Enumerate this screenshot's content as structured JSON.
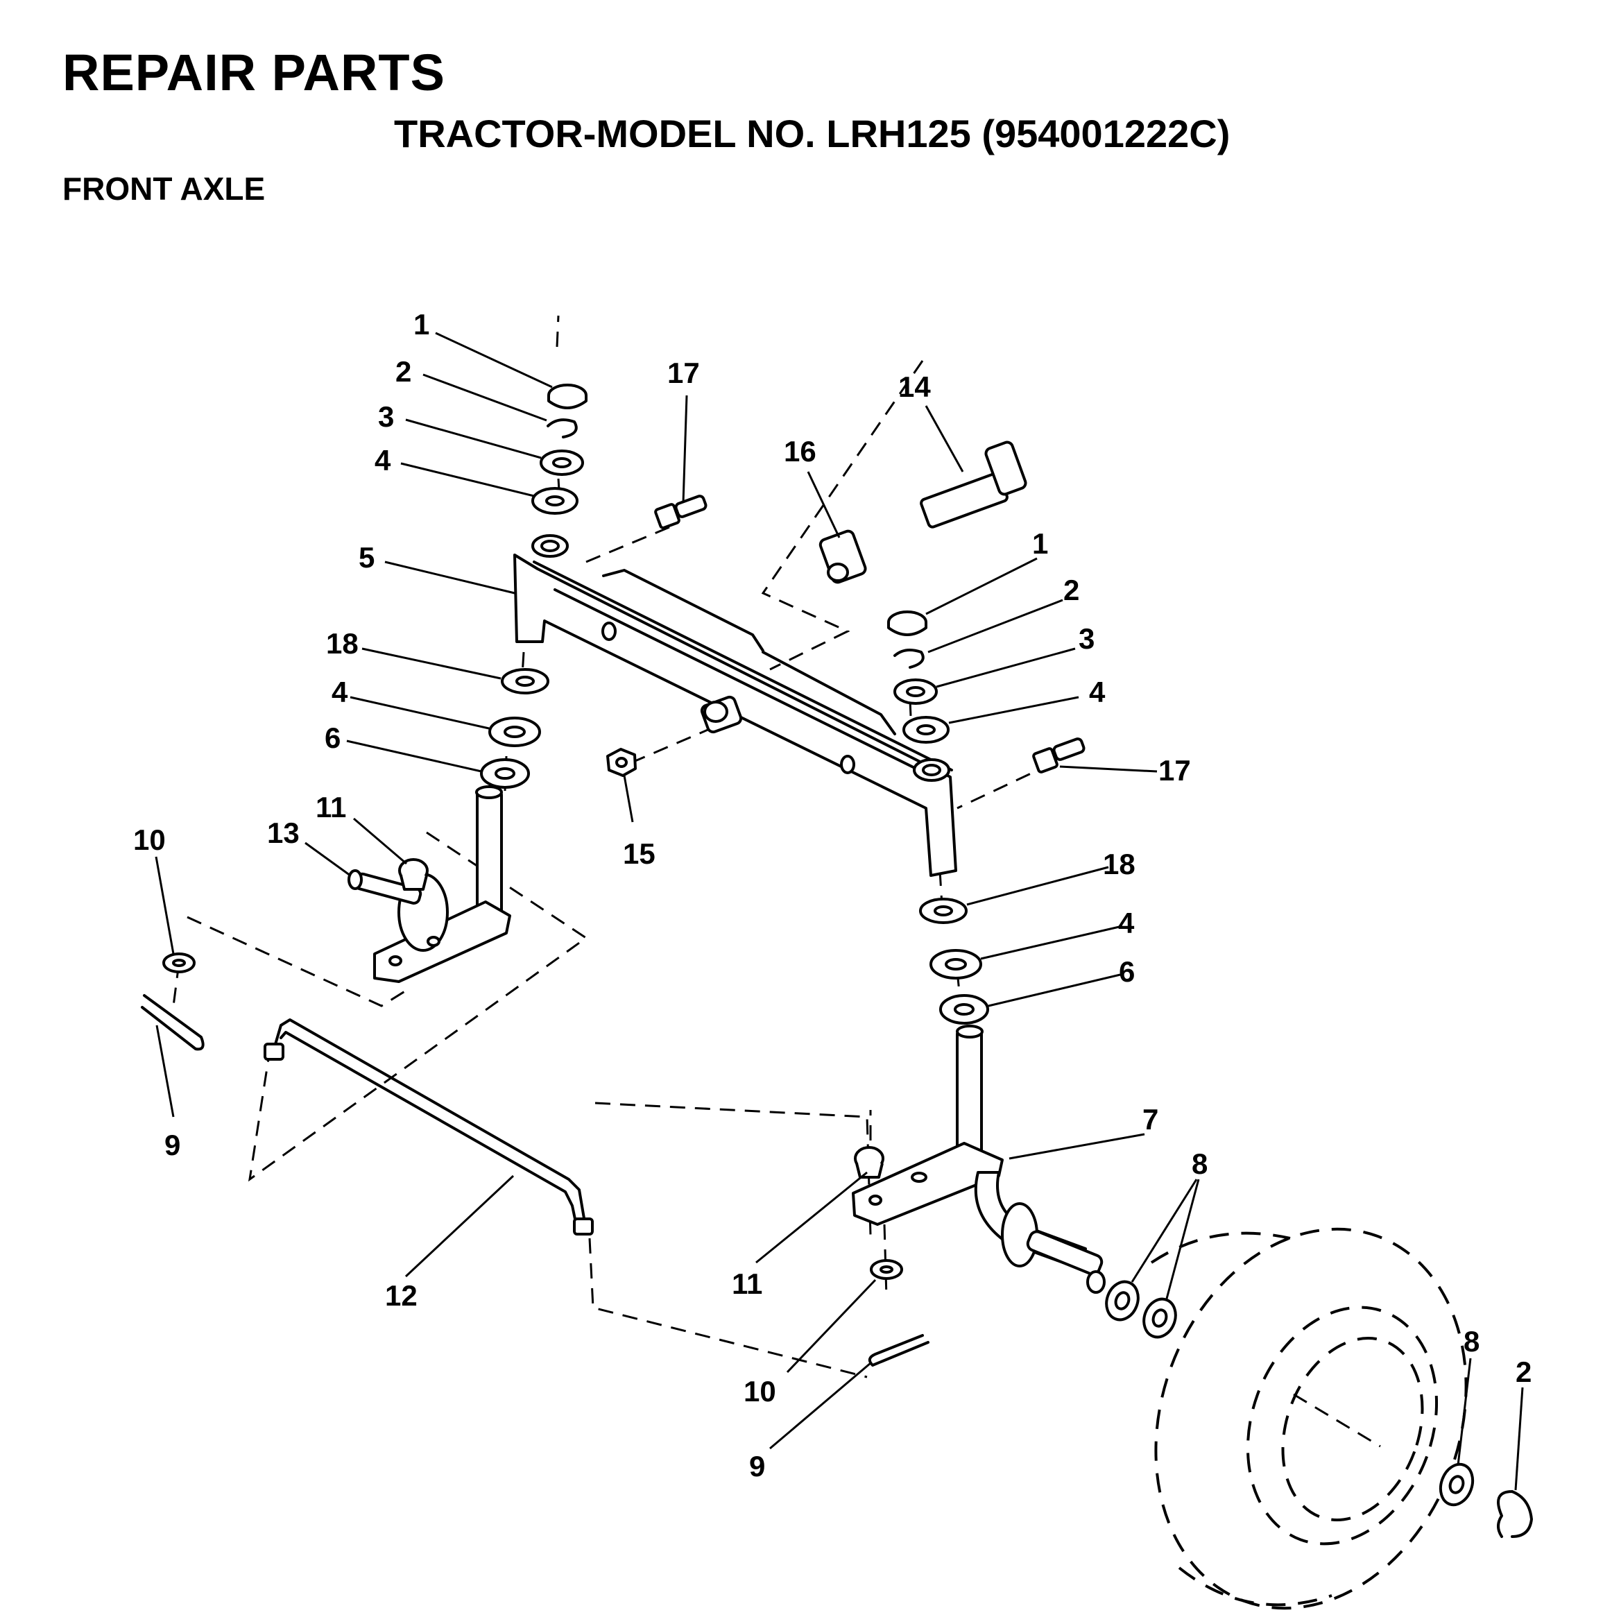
{
  "header": {
    "title": "REPAIR PARTS",
    "subtitle": "TRACTOR-MODEL NO. LRH125 (954001222C)",
    "section": "FRONT AXLE"
  },
  "callouts": [
    {
      "id": "c1a",
      "text": "1"
    },
    {
      "id": "c2a",
      "text": "2"
    },
    {
      "id": "c3a",
      "text": "3"
    },
    {
      "id": "c4a",
      "text": "4"
    },
    {
      "id": "c5",
      "text": "5"
    },
    {
      "id": "c18a",
      "text": "18"
    },
    {
      "id": "c4b",
      "text": "4"
    },
    {
      "id": "c6a",
      "text": "6"
    },
    {
      "id": "c17a",
      "text": "17"
    },
    {
      "id": "c14",
      "text": "14"
    },
    {
      "id": "c16",
      "text": "16"
    },
    {
      "id": "c1b",
      "text": "1"
    },
    {
      "id": "c2b",
      "text": "2"
    },
    {
      "id": "c3b",
      "text": "3"
    },
    {
      "id": "c4c",
      "text": "4"
    },
    {
      "id": "c17b",
      "text": "17"
    },
    {
      "id": "c15",
      "text": "15"
    },
    {
      "id": "c10a",
      "text": "10"
    },
    {
      "id": "c13",
      "text": "13"
    },
    {
      "id": "c11a",
      "text": "11"
    },
    {
      "id": "c9a",
      "text": "9"
    },
    {
      "id": "c18b",
      "text": "18"
    },
    {
      "id": "c4d",
      "text": "4"
    },
    {
      "id": "c6b",
      "text": "6"
    },
    {
      "id": "c7",
      "text": "7"
    },
    {
      "id": "c8a",
      "text": "8"
    },
    {
      "id": "c12",
      "text": "12"
    },
    {
      "id": "c11b",
      "text": "11"
    },
    {
      "id": "c10b",
      "text": "10"
    },
    {
      "id": "c9b",
      "text": "9"
    },
    {
      "id": "c8b",
      "text": "8"
    },
    {
      "id": "c2c",
      "text": "2"
    }
  ]
}
